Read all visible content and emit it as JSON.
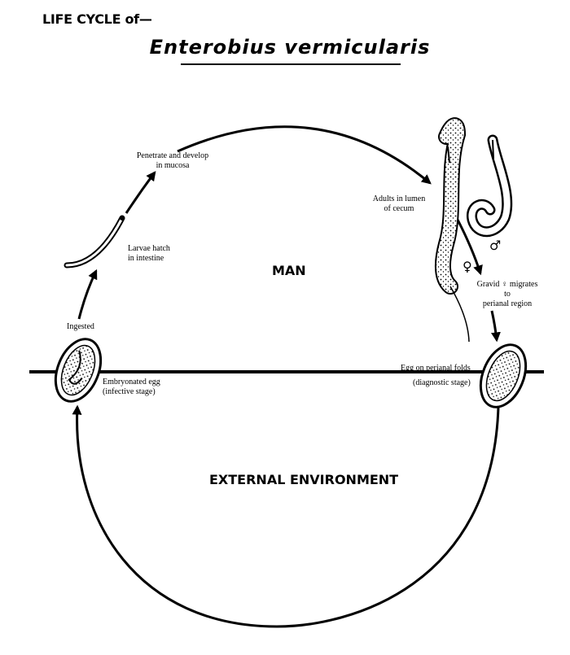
{
  "header": {
    "label": "LIFE CYCLE of—"
  },
  "title": "Enterobius vermicularis",
  "regions": {
    "upper": "MAN",
    "lower": "EXTERNAL ENVIRONMENT"
  },
  "stages": {
    "penetrate": [
      "Penetrate and develop",
      "in mucosa"
    ],
    "larvae": [
      "Larvae hatch",
      "in intestine"
    ],
    "ingested": "Ingested",
    "embryonated": [
      "Embryonated egg",
      "(infective stage)"
    ],
    "adults": [
      "Adults in lumen",
      "of cecum"
    ],
    "gravid": [
      "Gravid ♀ migrates",
      "to",
      "perianal region"
    ],
    "egg_perianal": [
      "Egg on perianal folds",
      "(diagnostic stage)"
    ]
  },
  "symbols": {
    "female": "♀",
    "male": "♂"
  },
  "colors": {
    "ink": "#000000",
    "paper": "#ffffff"
  }
}
